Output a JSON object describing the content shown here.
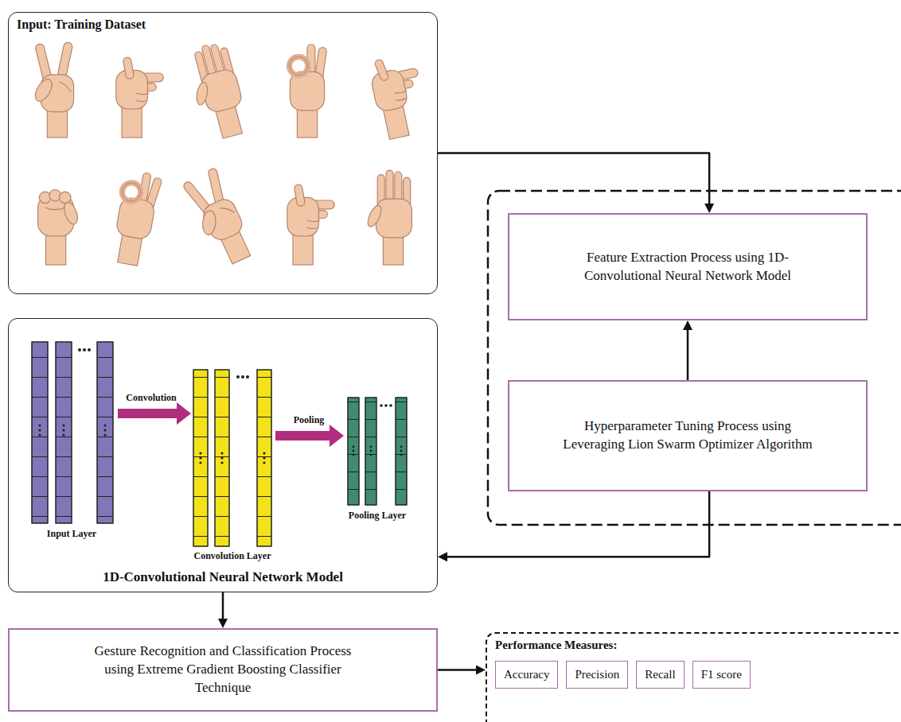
{
  "diagram": {
    "nodes": [
      {
        "text": [
          "Input: Training Dataset"
        ]
      },
      {
        "text": [
          "Feature Extraction Process using 1D-Convolutional Neural Network Model"
        ]
      },
      {
        "text": [
          "Hyperparameter Tuning Process using Leveraging Lion Swarm Optimizer Algorithm"
        ]
      },
      {
        "text": [
          "1D-Convolutional Neural Network Model"
        ]
      },
      {
        "text": [
          "Gesture Recognition and Classification Process using Extreme Gradient Boosting Classifier Technique"
        ]
      },
      {
        "text": [
          "Performance Measures:"
        ]
      },
      {
        "text": [
          "Accuracy"
        ],
        "in": 5
      },
      {
        "text": [
          "Precision"
        ],
        "in": 5
      },
      {
        "text": [
          "Recall"
        ],
        "in": 5
      },
      {
        "text": [
          "F1 score"
        ],
        "in": 5
      }
    ],
    "edges": [
      {
        "from": 0,
        "to": 1,
        "arrow": "to"
      },
      {
        "from": 2,
        "to": 1,
        "arrow": "to"
      },
      {
        "from": 2,
        "to": 3,
        "arrow": "to"
      },
      {
        "from": 3,
        "to": 4,
        "arrow": "to"
      },
      {
        "from": 4,
        "to": 5,
        "arrow": "to"
      }
    ],
    "labels": [
      "Convolution",
      "Pooling",
      "Input Layer",
      "Convolution Layer",
      "Pooling Layer"
    ]
  }
}
